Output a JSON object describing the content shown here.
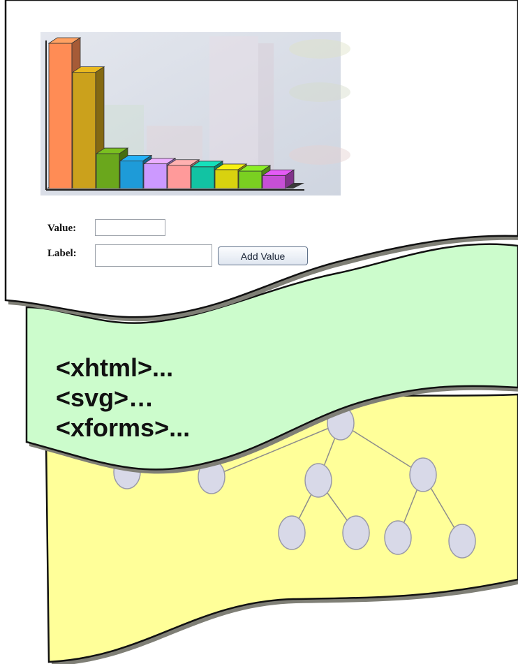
{
  "chart_data": {
    "type": "bar",
    "style": "3d",
    "title": "",
    "xlabel": "",
    "ylabel": "",
    "axis_labels_visible": false,
    "values": [
      100,
      80,
      24,
      19,
      17,
      16,
      15,
      13,
      12,
      9
    ],
    "colors": [
      "#ff8c55",
      "#cba11c",
      "#6aa71c",
      "#1e9bd8",
      "#cc99ff",
      "#ff9a9a",
      "#12c3a3",
      "#d8d20f",
      "#7ad021",
      "#c74fd6"
    ],
    "grid": false,
    "legend": false
  },
  "form": {
    "value_label": "Value:",
    "value_input": "",
    "label_label": "Label:",
    "label_input": "",
    "add_button_label": "Add Value"
  },
  "code_layer": {
    "lines": [
      "<xhtml>...",
      "<svg>…",
      "<xforms>..."
    ]
  },
  "colors": {
    "page_fill": "#ffffff",
    "code_layer_fill": "#ccfccc",
    "tree_layer_fill": "#ffff99",
    "tree_node_fill": "#d8d9e8",
    "shadow": "#8a8a80"
  },
  "tree": {
    "node_count": 10
  }
}
